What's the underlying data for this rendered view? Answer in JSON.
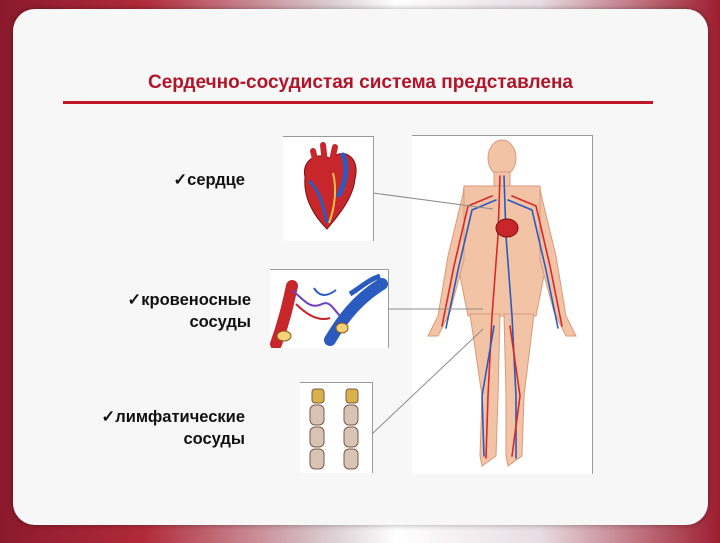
{
  "slide": {
    "title": "Сердечно-сосудистая система представлена"
  },
  "items": [
    {
      "check": "✓",
      "line1": "сердце",
      "line2": ""
    },
    {
      "check": "✓",
      "line1": "кровеносные",
      "line2": "сосуды"
    },
    {
      "check": "✓",
      "line1": "лимфатические",
      "line2": "сосуды"
    }
  ],
  "colors": {
    "accent": "#c01628",
    "artery": "#d42a2a",
    "vein": "#2b5bbf",
    "skin": "#f3c3a6"
  }
}
